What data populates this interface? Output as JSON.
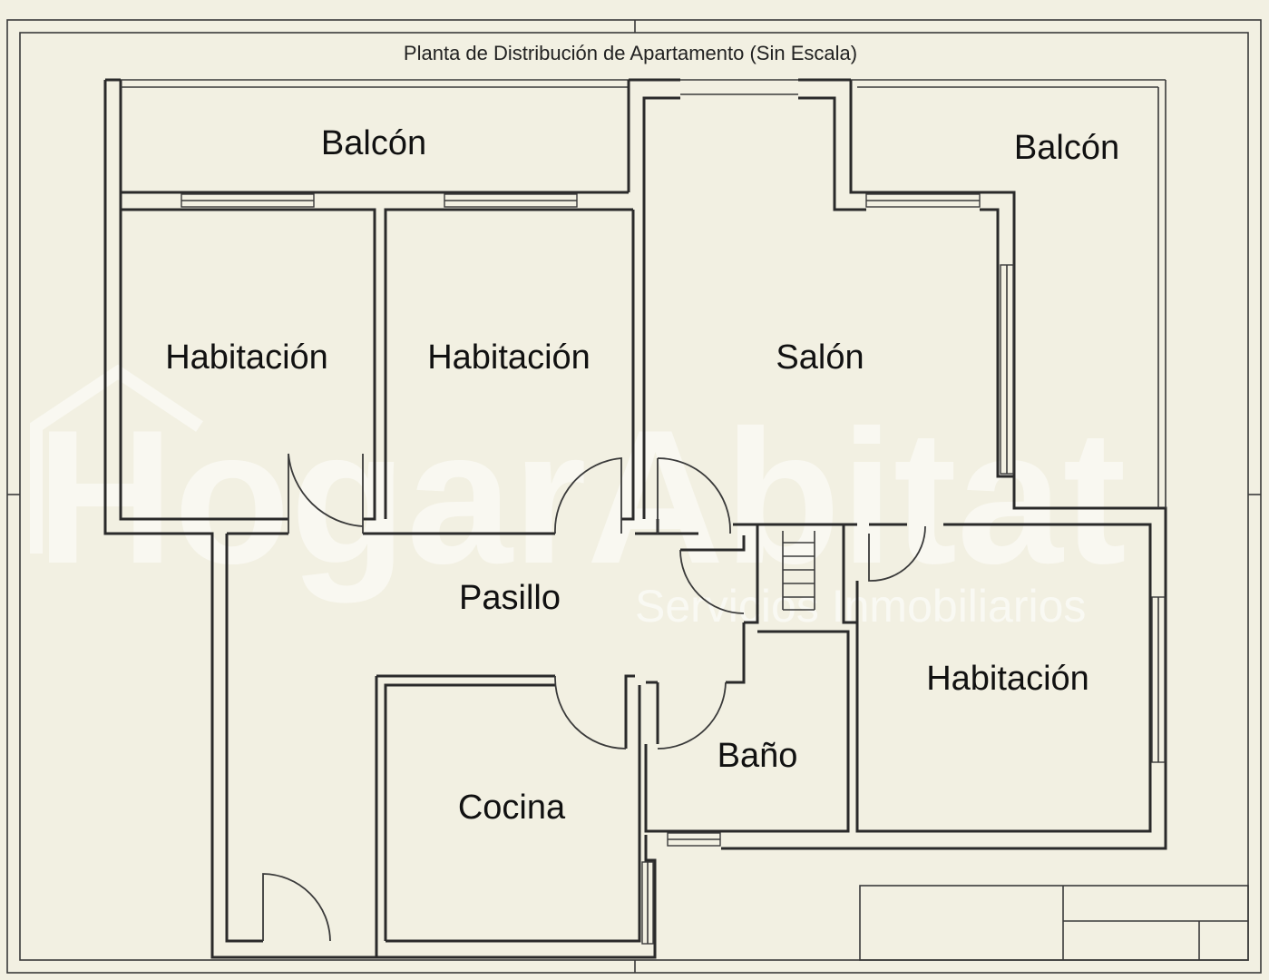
{
  "title": "Planta de Distribución de Apartamento (Sin Escala)",
  "rooms": {
    "balcon_left": "Balcón",
    "balcon_right": "Balcón",
    "habitacion_1": "Habitación",
    "habitacion_2": "Habitación",
    "salon": "Salón",
    "pasillo": "Pasillo",
    "habitacion_3": "Habitación",
    "bano": "Baño",
    "cocina": "Cocina"
  },
  "watermark": {
    "brand": "HogarAbitat",
    "tagline": "Servicios Inmobiliarios"
  },
  "colors": {
    "paper": "#f2f0e2",
    "line": "#2a2a2a",
    "watermark": "#ffffff"
  }
}
